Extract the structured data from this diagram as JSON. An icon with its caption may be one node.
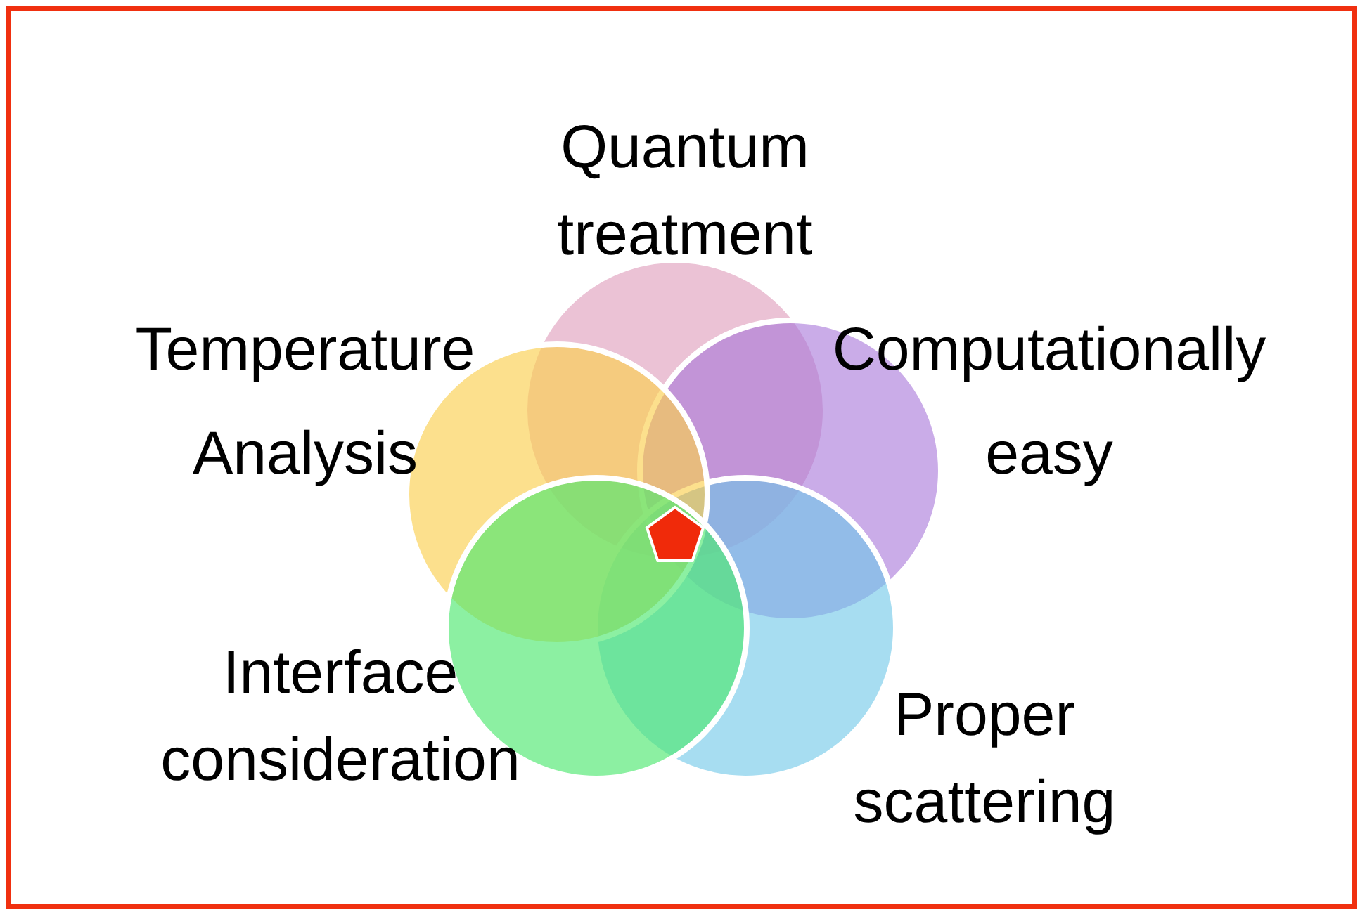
{
  "diagram": {
    "nodes": [
      {
        "text": [
          "Quantum treatment"
        ]
      },
      {
        "text": [
          "Computationally easy"
        ]
      },
      {
        "text": [
          "Proper scattering"
        ]
      },
      {
        "text": [
          "Interface consideration"
        ]
      },
      {
        "text": [
          "Temperature Analysis"
        ]
      },
      {
        "text": [],
        "shape": "pentagon"
      }
    ]
  }
}
